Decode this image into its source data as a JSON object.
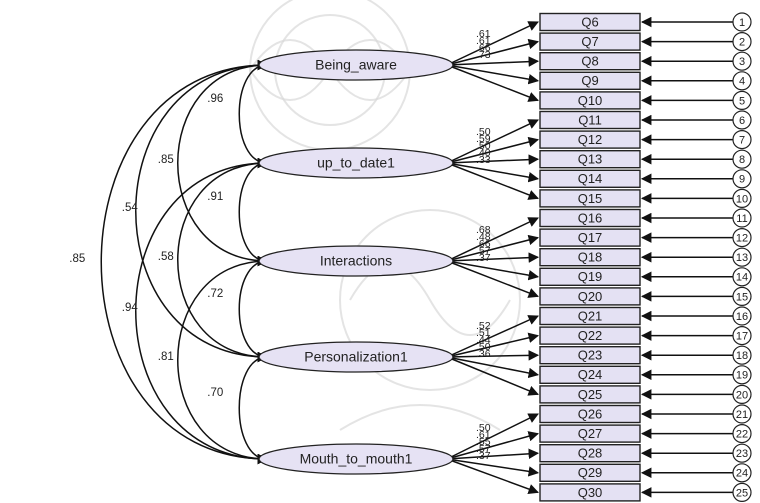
{
  "latents": [
    {
      "id": "L1",
      "label": "Being_aware",
      "indicators": [
        "Q6",
        "Q7",
        "Q8",
        "Q9",
        "Q10"
      ],
      "loadings": [
        ".61",
        ".61",
        ".66",
        ".73"
      ]
    },
    {
      "id": "L2",
      "label": "up_to_date1",
      "indicators": [
        "Q11",
        "Q12",
        "Q13",
        "Q14",
        "Q15"
      ],
      "loadings": [
        ".50",
        ".59",
        ".50",
        ".40",
        ".33"
      ]
    },
    {
      "id": "L3",
      "label": "Interactions",
      "indicators": [
        "Q16",
        "Q17",
        "Q18",
        "Q19",
        "Q20"
      ],
      "loadings": [
        ".68",
        ".48",
        ".66",
        ".57",
        ".37"
      ]
    },
    {
      "id": "L4",
      "label": "Personalization1",
      "indicators": [
        "Q21",
        "Q22",
        "Q23",
        "Q24",
        "Q25"
      ],
      "loadings": [
        ".52",
        ".51",
        ".44",
        ".50",
        ".36"
      ]
    },
    {
      "id": "L5",
      "label": "Mouth_to_mouth1",
      "indicators": [
        "Q26",
        "Q27",
        "Q28",
        "Q29",
        "Q30"
      ],
      "loadings": [
        ".50",
        ".61",
        ".55",
        ".57",
        ".37"
      ]
    }
  ],
  "errors": [
    "1",
    "2",
    "3",
    "4",
    "5",
    "6",
    "7",
    "8",
    "9",
    "10",
    "11",
    "12",
    "13",
    "14",
    "15",
    "16",
    "17",
    "18",
    "19",
    "20",
    "21",
    "22",
    "23",
    "24",
    "25"
  ],
  "covariances": [
    {
      "from": "L1",
      "to": "L2",
      "value": ".96"
    },
    {
      "from": "L2",
      "to": "L3",
      "value": ".91"
    },
    {
      "from": "L3",
      "to": "L4",
      "value": ".72"
    },
    {
      "from": "L4",
      "to": "L5",
      "value": ".70"
    },
    {
      "from": "L1",
      "to": "L3",
      "value": ".85"
    },
    {
      "from": "L2",
      "to": "L4",
      "value": ".58"
    },
    {
      "from": "L3",
      "to": "L5",
      "value": ".81"
    },
    {
      "from": "L1",
      "to": "L4",
      "value": ".54"
    },
    {
      "from": "L2",
      "to": "L5",
      "value": ".94"
    },
    {
      "from": "L1",
      "to": "L5",
      "value": ".85"
    }
  ]
}
